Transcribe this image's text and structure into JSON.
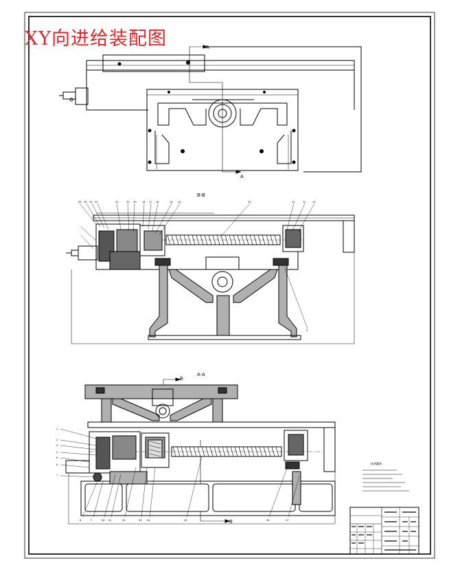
{
  "title": "XY向进给装配图",
  "views": {
    "top_section_marker": "A",
    "bb_label": "B-B",
    "aa_label": "A-A",
    "b_marker": "B"
  },
  "callouts_bb": [
    "25",
    "24",
    "23",
    "22",
    "21",
    "20",
    "19",
    "18",
    "17",
    "16",
    "15",
    "14",
    "13",
    "12",
    "11",
    "10",
    "9"
  ],
  "callouts_aa_left": [
    "1",
    "2",
    "3",
    "4",
    "5",
    "6",
    "7"
  ],
  "callouts_aa_bottom": [
    "8",
    "7",
    "30",
    "31",
    "32",
    "33",
    "34",
    "35",
    "36",
    "37"
  ],
  "notes_heading": "技术要求"
}
